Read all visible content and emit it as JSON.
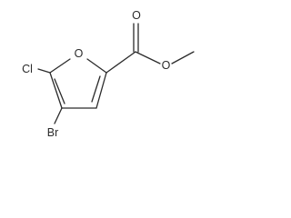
{
  "molecule": {
    "atoms": {
      "ring_oxygen": "O",
      "carbonyl_oxygen": "O",
      "ester_oxygen": "O",
      "chlorine": "Cl",
      "bromine": "Br"
    }
  },
  "colors": {
    "bond": "#2b2b2b",
    "label": "#2b2b2b",
    "background": "#ffffff"
  }
}
